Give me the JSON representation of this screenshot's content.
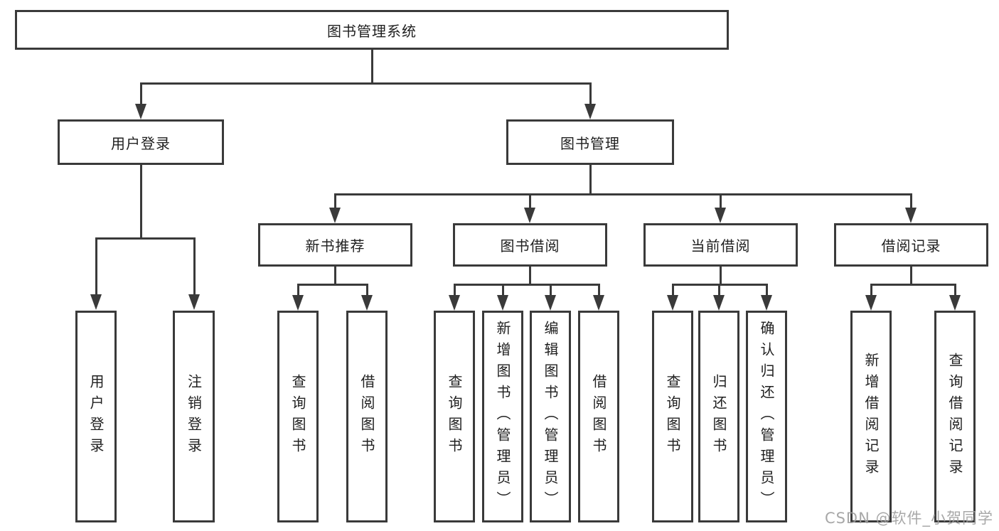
{
  "title": "图书管理系统",
  "watermark": "CSDN @软件_小贺同学",
  "colors": {
    "line": "#3a3a3a",
    "text": "#1f1f1f",
    "box_background": "#ffffff",
    "watermark": "#9e9e9e"
  },
  "tree": {
    "root": {
      "label": "图书管理系统"
    },
    "branches": [
      {
        "label": "用户登录",
        "children": [
          {
            "label": "用户登录"
          },
          {
            "label": "注销登录"
          }
        ]
      },
      {
        "label": "图书管理",
        "children": [
          {
            "label": "新书推荐",
            "children": [
              {
                "label": "查询图书"
              },
              {
                "label": "借阅图书"
              }
            ]
          },
          {
            "label": "图书借阅",
            "children": [
              {
                "label": "查询图书"
              },
              {
                "label": "新增图书（管理员）"
              },
              {
                "label": "编辑图书（管理员）"
              },
              {
                "label": "借阅图书"
              }
            ]
          },
          {
            "label": "当前借阅",
            "children": [
              {
                "label": "查询图书"
              },
              {
                "label": "归还图书"
              },
              {
                "label": "确认归还（管理员）"
              }
            ]
          },
          {
            "label": "借阅记录",
            "children": [
              {
                "label": "新增借阅记录"
              },
              {
                "label": "查询借阅记录"
              }
            ]
          }
        ]
      }
    ]
  }
}
